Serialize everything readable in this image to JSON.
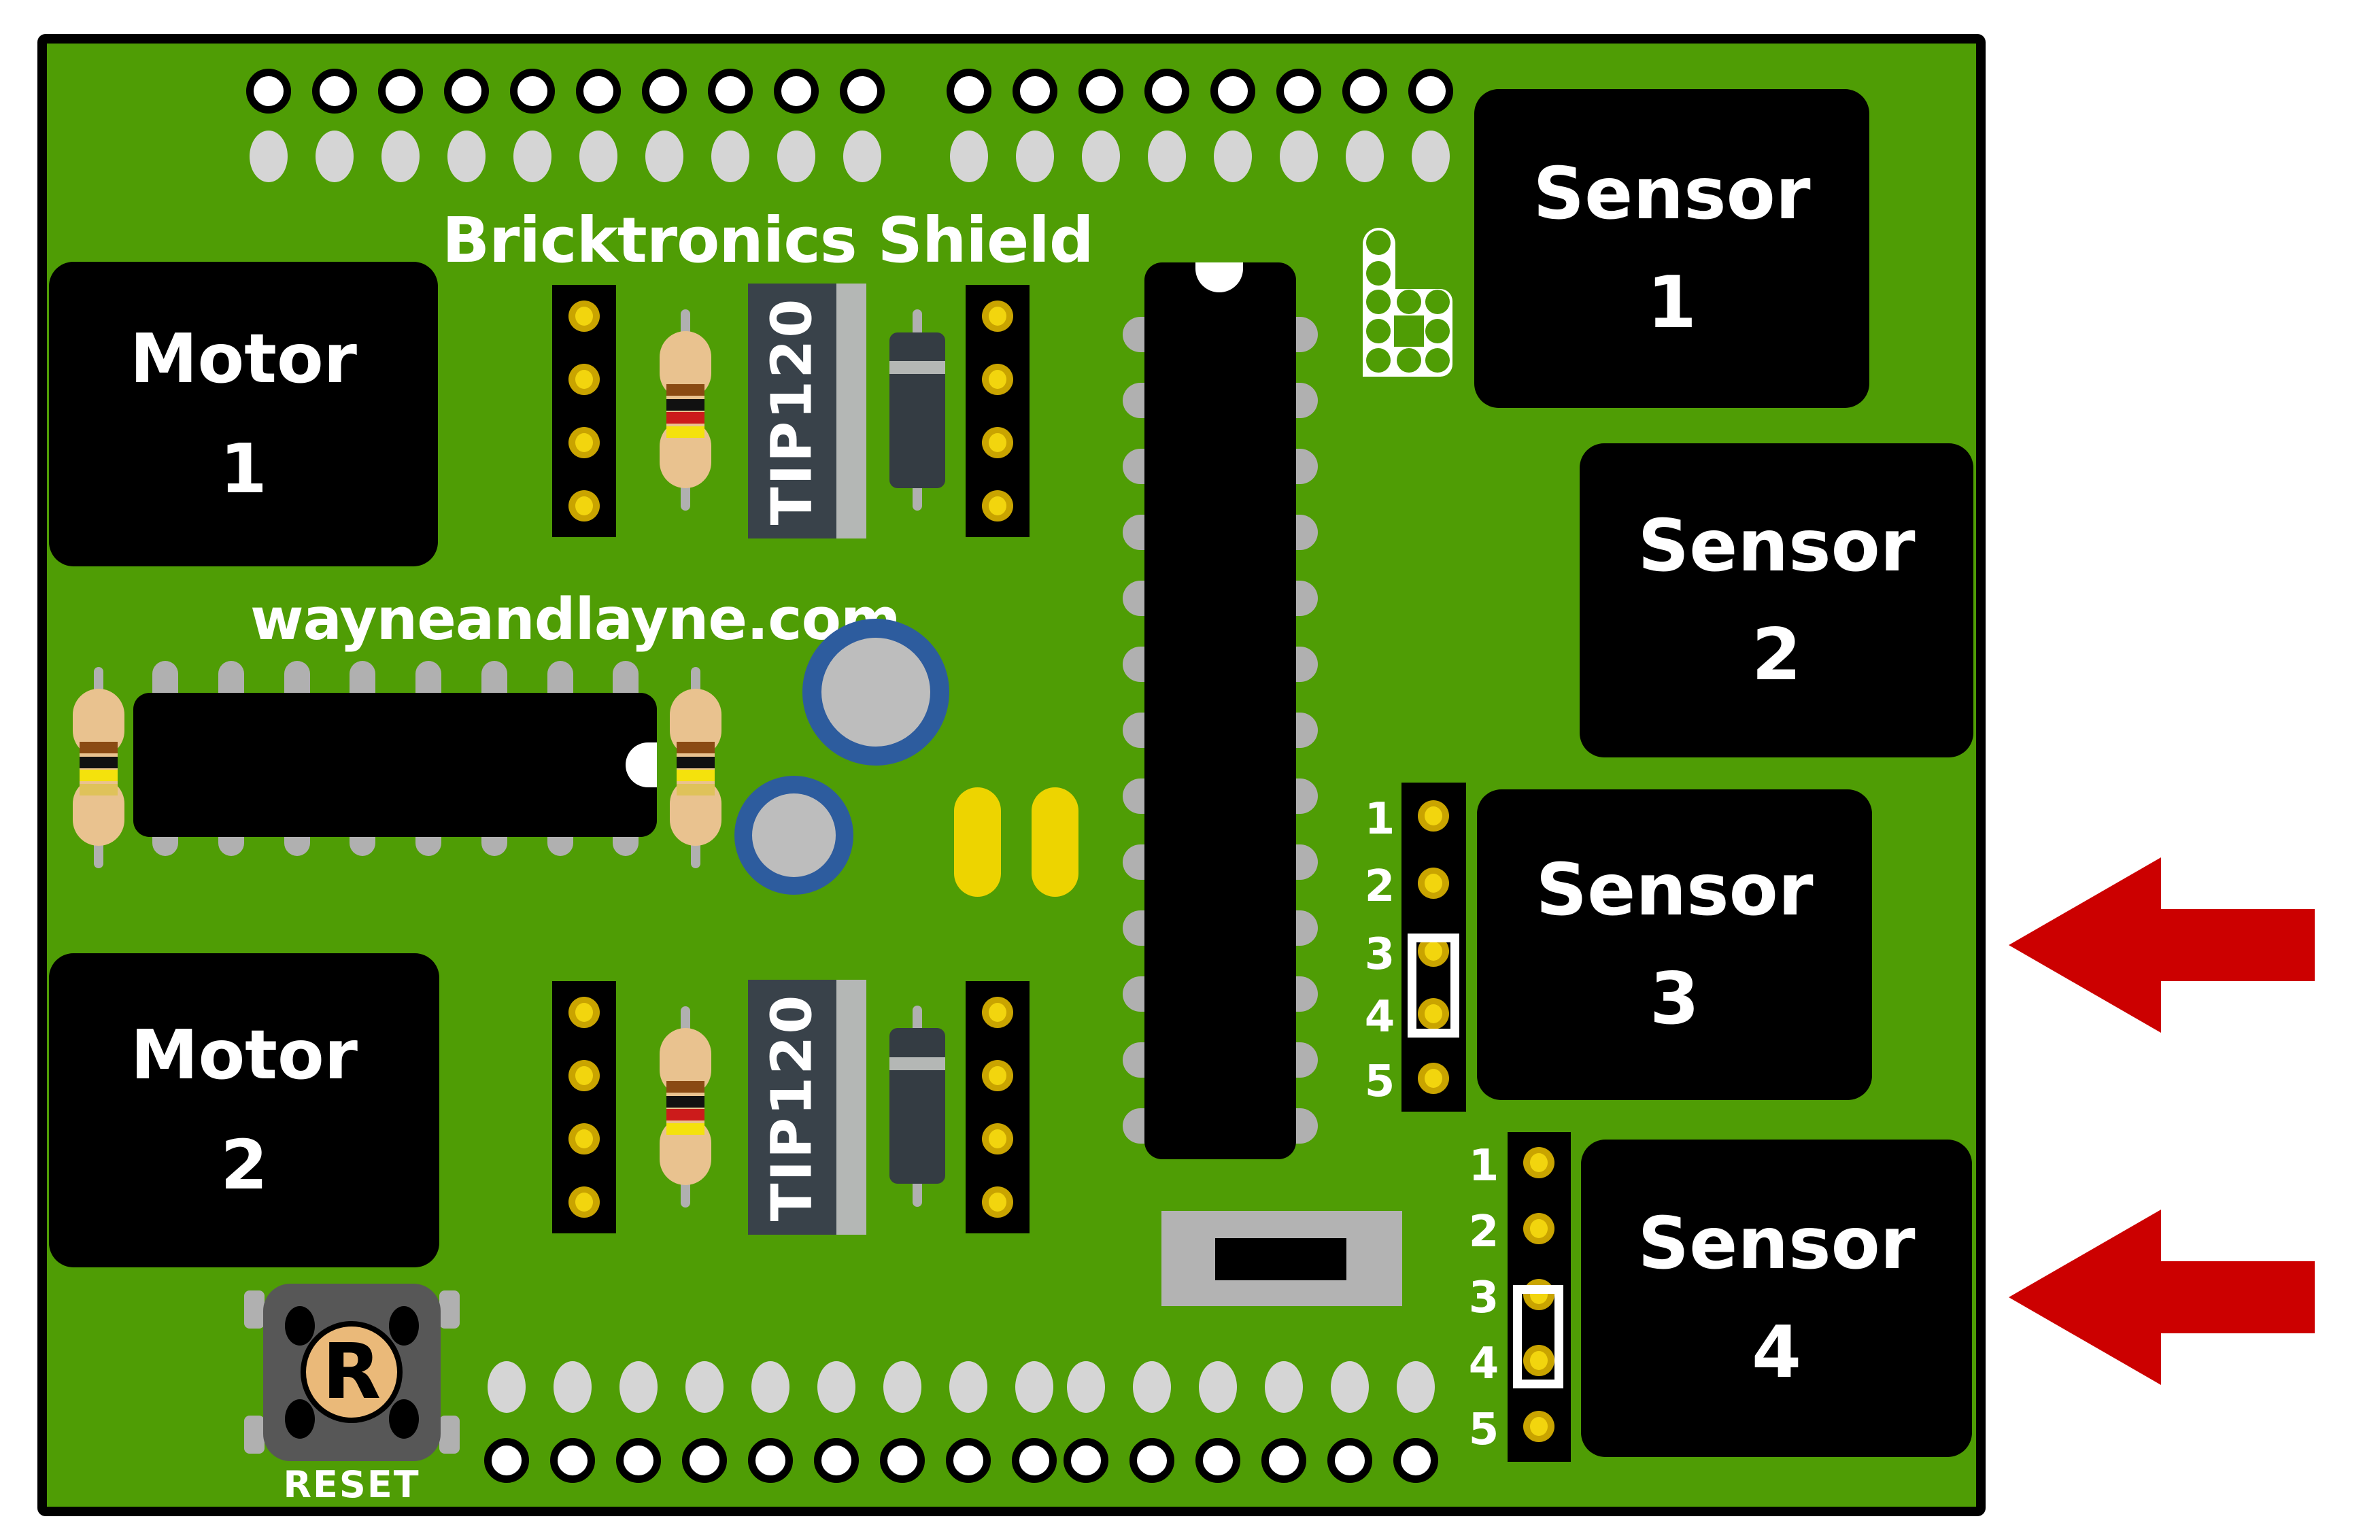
{
  "board": {
    "title": "Bricktronics Shield",
    "website": "wayneandlayne.com"
  },
  "motors": [
    {
      "label": "Motor",
      "number": "1"
    },
    {
      "label": "Motor",
      "number": "2"
    }
  ],
  "sensors": [
    {
      "label": "Sensor",
      "number": "1"
    },
    {
      "label": "Sensor",
      "number": "2"
    },
    {
      "label": "Sensor",
      "number": "3"
    },
    {
      "label": "Sensor",
      "number": "4"
    }
  ],
  "transistors": [
    "TIP120",
    "TIP120"
  ],
  "reset": {
    "symbol": "R",
    "label": "RESET"
  },
  "sensor3_header": {
    "pins": [
      "1",
      "2",
      "3",
      "4",
      "5"
    ]
  },
  "sensor4_header": {
    "pins": [
      "1",
      "2",
      "3",
      "4",
      "5"
    ]
  },
  "components": {
    "resistors": [
      {
        "bands": [
          "brown",
          "black",
          "red",
          "yellow"
        ]
      },
      {
        "bands": [
          "brown",
          "black",
          "red",
          "yellow"
        ]
      },
      {
        "bands": [
          "brown",
          "black",
          "yellow",
          "gold"
        ]
      },
      {
        "bands": [
          "brown",
          "black",
          "yellow",
          "gold"
        ]
      }
    ]
  },
  "annotations": {
    "arrows": [
      {
        "name": "arrow-pointing-at-sensor-3"
      },
      {
        "name": "arrow-pointing-at-sensor-4"
      }
    ]
  },
  "colors": {
    "pcb_green": "#4f9d05",
    "arrow_red": "#cc0000",
    "silkscreen_white": "#ffffff",
    "pad_yellow": "#f2d50e",
    "capacitor_blue": "#2d5c9e",
    "capacitor_yellow": "#edd400",
    "band_brown": "#8a4a13",
    "band_black": "#111111",
    "band_red": "#cc1b1b",
    "band_yellow": "#f4e20c",
    "band_gold": "#dfc25a"
  }
}
